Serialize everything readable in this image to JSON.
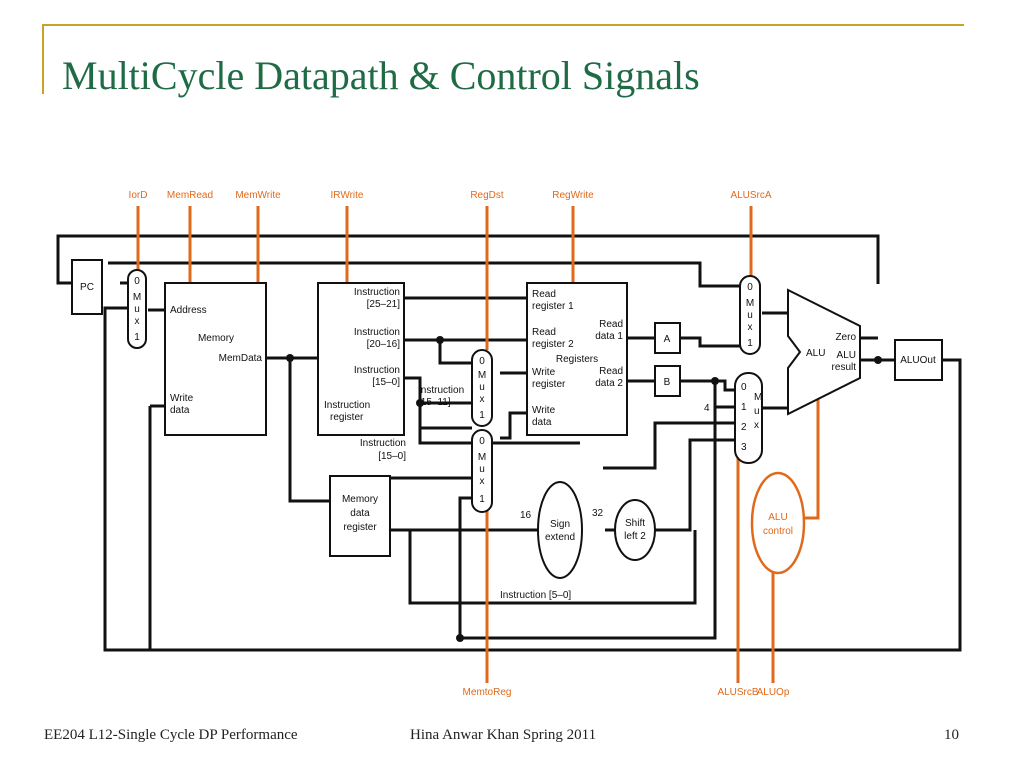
{
  "slide": {
    "title": "MultiCycle Datapath & Control Signals",
    "footer_left": "EE204 L12-Single Cycle DP Performance",
    "footer_center": "Hina Anwar Khan Spring 2011",
    "page_number": "10",
    "accent_color": "#c9a227",
    "title_color": "#1f6b45"
  },
  "diagram": {
    "signal_color": "#e06a1c",
    "control_signals": {
      "iord": "IorD",
      "memread": "MemRead",
      "memwrite": "MemWrite",
      "irwrite": "IRWrite",
      "regdst": "RegDst",
      "regwrite": "RegWrite",
      "alusrca": "ALUSrcA",
      "memtoreg": "MemtoReg",
      "alusrcb": "ALUSrcB",
      "aluop": "ALUOp"
    },
    "blocks": {
      "pc": "PC",
      "memory": {
        "address": "Address",
        "name": "Memory",
        "memdata": "MemData",
        "write": "Write",
        "data": "data"
      },
      "ir": {
        "f1": "Instruction",
        "f1b": "[25–21]",
        "f2": "Instruction",
        "f2b": "[20–16]",
        "f3": "Instruction",
        "f3b": "[15–0]",
        "name1": "Instruction",
        "name2": "register"
      },
      "mdr": {
        "l1": "Memory",
        "l2": "data",
        "l3": "register"
      },
      "regs": {
        "rr1a": "Read",
        "rr1b": "register 1",
        "rr2a": "Read",
        "rr2b": "register 2",
        "name": "Registers",
        "wra": "Write",
        "wrb": "register",
        "wda": "Write",
        "wdb": "data",
        "rd1a": "Read",
        "rd1b": "data 1",
        "rd2a": "Read",
        "rd2b": "data 2"
      },
      "reg_a": "A",
      "reg_b": "B",
      "alu": {
        "name": "ALU",
        "zero": "Zero",
        "res1": "ALU",
        "res2": "result"
      },
      "aluout": "ALUOut",
      "alu_control": {
        "l1": "ALU",
        "l2": "control"
      },
      "sign_extend": {
        "l1": "Sign",
        "l2": "extend"
      },
      "shift_left": {
        "l1": "Shift",
        "l2": "left 2"
      }
    },
    "mux_letters": [
      "M",
      "u",
      "x"
    ],
    "mux_inputs": {
      "zero": "0",
      "one": "1",
      "two": "2",
      "three": "3"
    },
    "labels": {
      "instr_15_11a": "Instruction",
      "instr_15_11b": "[15–11]",
      "instr_15_0a": "Instruction",
      "instr_15_0b": "[15–0]",
      "instr_5_0": "Instruction [5–0]",
      "bits16": "16",
      "bits32": "32",
      "const4": "4"
    }
  }
}
